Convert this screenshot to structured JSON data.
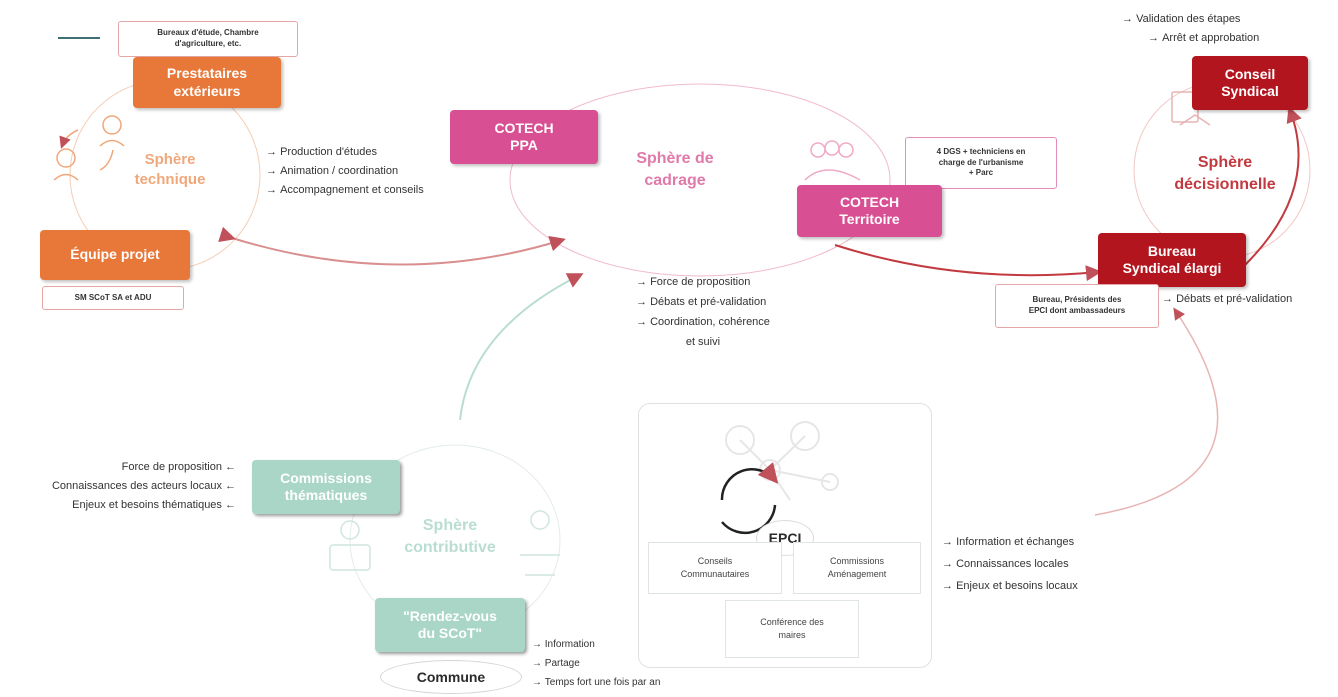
{
  "technique": {
    "note_top": "Bureaux d'étude, Chambre\nd'agriculture, etc.",
    "prestataires": "Prestataires\nextérieurs",
    "sphere_label": "Sphère\ntechnique",
    "equipe": "Équipe projet",
    "note_bottom": "SM SCoT SA et ADU",
    "roles": [
      "Production d'études",
      "Animation / coordination",
      "Accompagnement et conseils"
    ]
  },
  "cadrage": {
    "cotech_ppa": "COTECH\nPPA",
    "sphere_label": "Sphère de\ncadrage",
    "cotech_territoire": "COTECH\nTerritoire",
    "note": "4 DGS + techniciens en\ncharge de l'urbanisme\n+ Parc",
    "roles": [
      "Force de proposition",
      "Débats et pré-validation",
      "Coordination, cohérence\net suivi"
    ]
  },
  "decisionnelle": {
    "steps": [
      "Validation des étapes",
      "Arrêt et approbation"
    ],
    "conseil": "Conseil\nSyndical",
    "sphere_label": "Sphère\ndécisionnelle",
    "bureau": "Bureau\nSyndical élargi",
    "note": "Bureau, Présidents des\nEPCI dont ambassadeurs",
    "role": "Débats et pré-validation"
  },
  "contributive": {
    "commissions": "Commissions\nthématiques",
    "commissions_roles": [
      "Force de proposition",
      "Connaissances des acteurs locaux",
      "Enjeux et besoins thématiques"
    ],
    "sphere_label": "Sphère\ncontributive",
    "rdv": "\"Rendez-vous\ndu SCoT\"",
    "commune": "Commune",
    "commune_roles": [
      "Information",
      "Partage",
      "Temps fort une fois par an"
    ],
    "epci": "EPCI",
    "epci_conseils": "Conseils\nCommunautaires",
    "epci_commissions": "Commissions\nAménagement",
    "epci_conference": "Conférence des\nmaires",
    "epci_roles": [
      "Information et échanges",
      "Connaissances locales",
      "Enjeux et besoins locaux"
    ]
  },
  "colors": {
    "orange": "#e8783a",
    "pink": "#d94f93",
    "red": "#b3151f",
    "teal": "#a9d6c7"
  }
}
